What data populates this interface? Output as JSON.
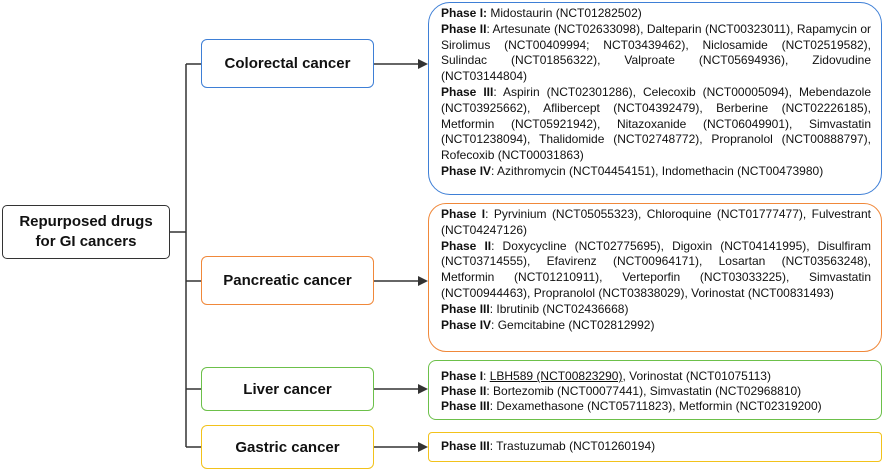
{
  "root": {
    "line1": "Repurposed drugs",
    "line2": "for GI cancers"
  },
  "colors": {
    "colorectal": "#3E7FD6",
    "pancreatic": "#F0883A",
    "liver": "#6CC04A",
    "gastric": "#F2C21B"
  },
  "categories": {
    "colorectal": {
      "label": "Colorectal cancer",
      "phases": [
        {
          "phase": "Phase I:",
          "text": " Midostaurin (NCT01282502)"
        },
        {
          "phase": "Phase II",
          "text": ": Artesunate (NCT02633098), Dalteparin (NCT00323011), Rapamycin or Sirolimus (NCT00409994; NCT03439462), Niclosamide (NCT02519582), Sulindac (NCT01856322), Valproate (NCT05694936), Zidovudine (NCT03144804)"
        },
        {
          "phase": "Phase III",
          "text": ": Aspirin (NCT02301286), Celecoxib (NCT00005094), Mebendazole (NCT03925662), Aflibercept (NCT04392479), Berberine (NCT02226185), Metformin (NCT05921942), Nitazoxanide (NCT06049901), Simvastatin (NCT01238094), Thalidomide (NCT02748772), Propranolol (NCT00888797), Rofecoxib (NCT00031863)"
        },
        {
          "phase": "Phase IV",
          "text": ": Azithromycin (NCT04454151), Indomethacin (NCT00473980)"
        }
      ]
    },
    "pancreatic": {
      "label": "Pancreatic cancer",
      "phases": [
        {
          "phase": "Phase I",
          "text": ": Pyrvinium (NCT05055323), Chloroquine (NCT01777477), Fulvestrant (NCT04247126)"
        },
        {
          "phase": "Phase II",
          "text": ": Doxycycline (NCT02775695), Digoxin (NCT04141995), Disulfiram (NCT03714555), Efavirenz (NCT00964171), Losartan (NCT03563248), Metformin (NCT01210911), Verteporfin (NCT03033225), Simvastatin (NCT00944463), Propranolol (NCT03838029), Vorinostat (NCT00831493)"
        },
        {
          "phase": "Phase III",
          "text": ": Ibrutinib (NCT02436668)"
        },
        {
          "phase": "Phase IV",
          "text": ": Gemcitabine (NCT02812992)"
        }
      ]
    },
    "liver": {
      "label": "Liver cancer",
      "phases": [
        {
          "phase": "Phase I",
          "underlined": "LBH589 (NCT00823290)",
          "text": ", Vorinostat (NCT01075113)"
        },
        {
          "phase": "Phase II",
          "text": ": Bortezomib (NCT00077441), Simvastatin (NCT02968810)"
        },
        {
          "phase": "Phase III",
          "text": ": Dexamethasone (NCT05711823), Metformin (NCT02319200)"
        }
      ]
    },
    "gastric": {
      "label": "Gastric cancer",
      "phases": [
        {
          "phase": "Phase III",
          "text": ": Trastuzumab (NCT01260194)"
        }
      ]
    }
  }
}
